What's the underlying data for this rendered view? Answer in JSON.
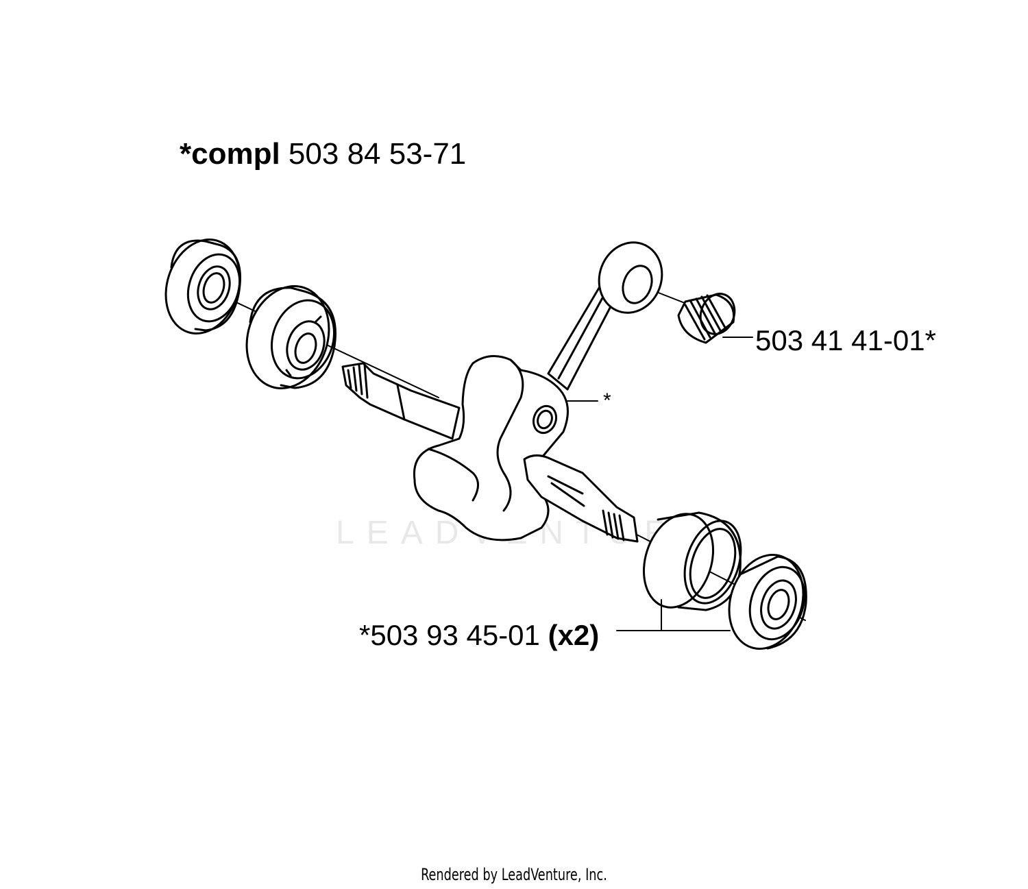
{
  "diagram": {
    "title_prefix": "*compl",
    "title_part_number": " 503 84 53-71",
    "callouts": {
      "needle_bearing": "503 41 41-01*",
      "crank_asterisk": "*",
      "ball_bearing_number": "*503 93 45-01 ",
      "ball_bearing_qty": "(x2)"
    },
    "watermark": "LEADVENTURE",
    "footer": "Rendered by LeadVenture, Inc."
  },
  "colors": {
    "line": "#000000",
    "background": "#ffffff",
    "watermark": "#e8e8e8"
  }
}
